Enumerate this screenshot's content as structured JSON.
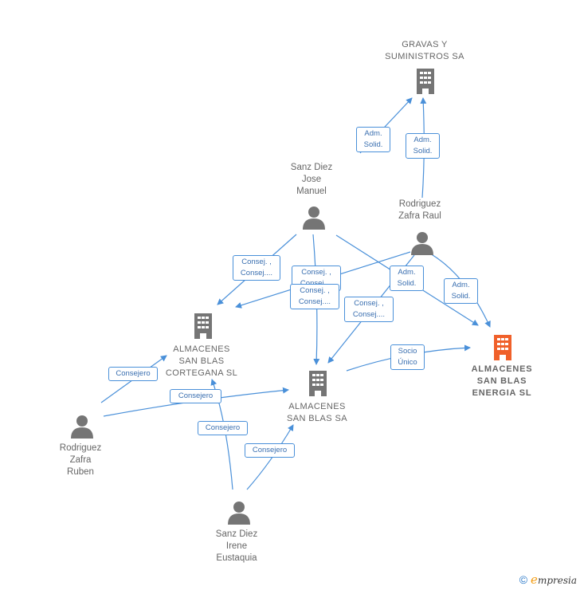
{
  "nodes": {
    "gravas": {
      "label": "GRAVAS Y\nSUMINISTROS SA",
      "type": "company"
    },
    "sanz_jose": {
      "label": "Sanz Diez\nJose\nManuel",
      "type": "person"
    },
    "rodriguez_raul": {
      "label": "Rodriguez\nZafra Raul",
      "type": "person"
    },
    "cortegana": {
      "label": "ALMACENES\nSAN BLAS\nCORTEGANA SL",
      "type": "company"
    },
    "san_blas_sa": {
      "label": "ALMACENES\nSAN BLAS SA",
      "type": "company"
    },
    "energia": {
      "label": "ALMACENES\nSAN BLAS\nENERGIA  SL",
      "type": "main-company"
    },
    "rodriguez_ruben": {
      "label": "Rodriguez\nZafra\nRuben",
      "type": "person"
    },
    "sanz_irene": {
      "label": "Sanz Diez\nIrene\nEustaquia",
      "type": "person"
    }
  },
  "edges": {
    "e1": "Adm.\nSolid.",
    "e2": "Adm.\nSolid.",
    "e3": "Consej. ,\nConsej....",
    "e4": "Consej. ,\nConsej....",
    "e5": "Consej. ,\nConsej....",
    "e6": "Adm.\nSolid.",
    "e7": "Adm.\nSolid.",
    "e8": "Consej. ,\nConsej....",
    "e9": "Socio\nÚnico",
    "e10": "Consejero",
    "e11": "Consejero",
    "e12": "Consejero",
    "e13": "Consejero"
  },
  "colors": {
    "edge": "#4a90d9",
    "icon": "#757575",
    "main_icon": "#f0602a"
  },
  "footer": {
    "copyright": "©",
    "brand_e": "e",
    "brand_rest": "mpresia"
  }
}
